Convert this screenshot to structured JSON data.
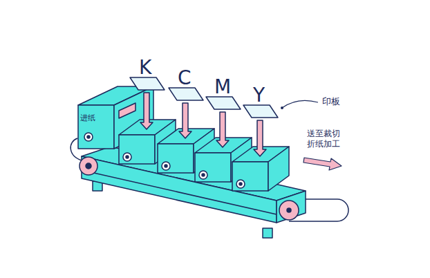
{
  "diagram": {
    "labels": [
      "K",
      "C",
      "M",
      "Y",
      "印板",
      "进纸",
      "送至裁切 折纸加工"
    ]
  }
}
